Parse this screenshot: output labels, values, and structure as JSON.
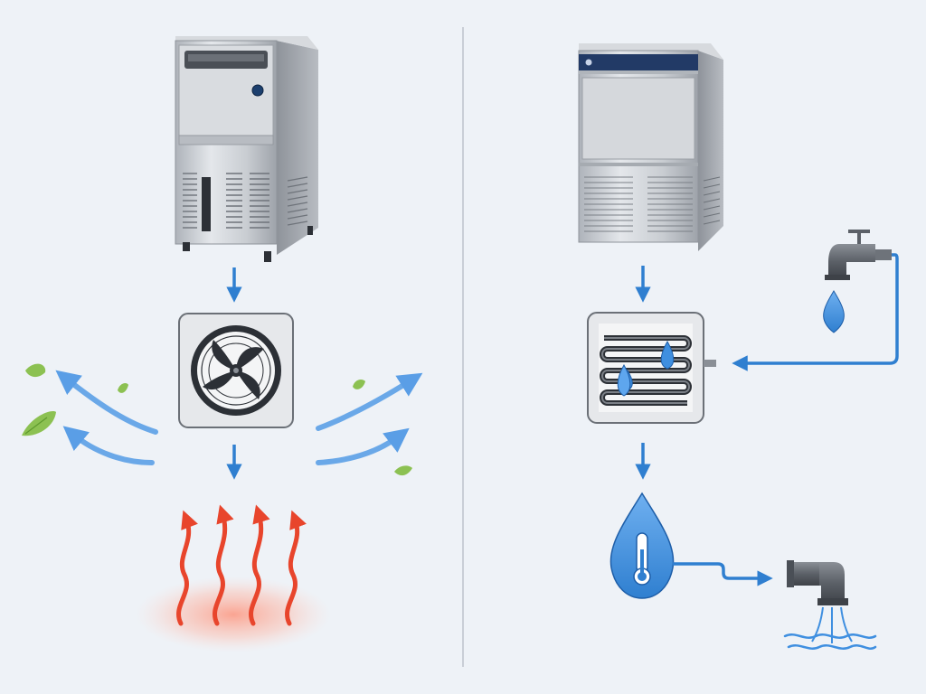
{
  "diagram": {
    "panels": [
      {
        "id": "air-cooled",
        "machine": "ice-machine",
        "heat_exchanger": "condenser-fan",
        "exhaust": "heat-rising-waves",
        "intake": "ambient-air-with-leaves"
      },
      {
        "id": "water-cooled",
        "machine": "ice-machine",
        "heat_exchanger": "water-coil-condenser",
        "supply": "water-faucet",
        "output": "warm-water-drop",
        "discharge": "drain-pipe"
      }
    ],
    "colors": {
      "background": "#eef2f7",
      "divider": "#c9ced6",
      "flow_arrow": "#2f7fd0",
      "air_arrow": "#6aa8e8",
      "heat": "#e8452c",
      "leaf": "#8cc152",
      "water": "#3f8fe0",
      "steel": "#c2c7cd"
    }
  }
}
